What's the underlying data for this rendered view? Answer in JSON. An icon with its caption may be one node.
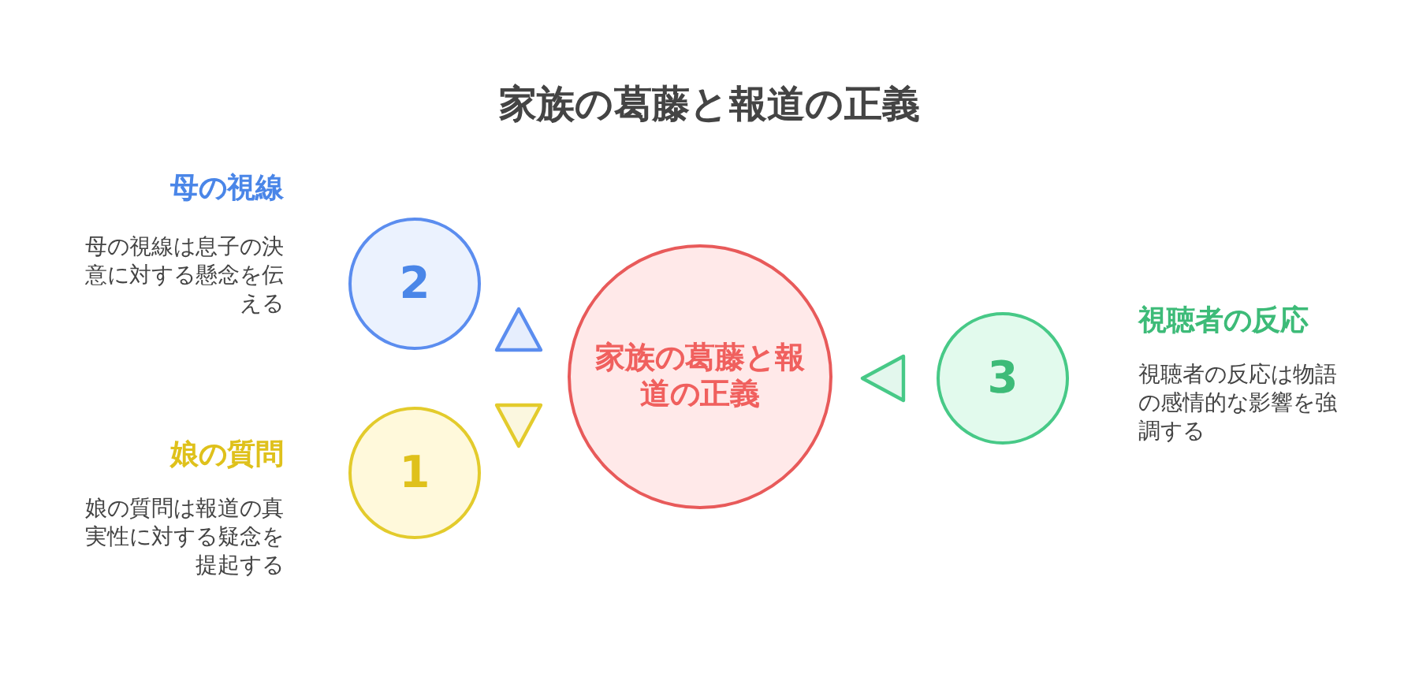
{
  "diagram": {
    "title": "家族の葛藤と報道の正義",
    "nodes": [
      {
        "text": [
          "2"
        ],
        "beside": [
          "母の視線",
          "母の視線は息子の決意に対する懸念を伝える"
        ]
      },
      {
        "text": [
          "1"
        ],
        "beside": [
          "娘の質問",
          "娘の質問は報道の真実性に対する疑念を提起する"
        ]
      },
      {
        "text": [
          "家族の葛藤と報道の正義"
        ]
      },
      {
        "text": [
          "3"
        ],
        "beside": [
          "視聴者の反応",
          "視聴者の反応は物語の感情的な影響を強調する"
        ]
      }
    ],
    "edges": [
      {
        "from": null,
        "to": 0,
        "arrow": "to",
        "color": "#5b8def"
      },
      {
        "from": null,
        "to": 1,
        "arrow": "to",
        "color": "#e3cb2c"
      },
      {
        "from": 3,
        "to": 2,
        "arrow": "to",
        "color": "#47c987"
      }
    ]
  }
}
